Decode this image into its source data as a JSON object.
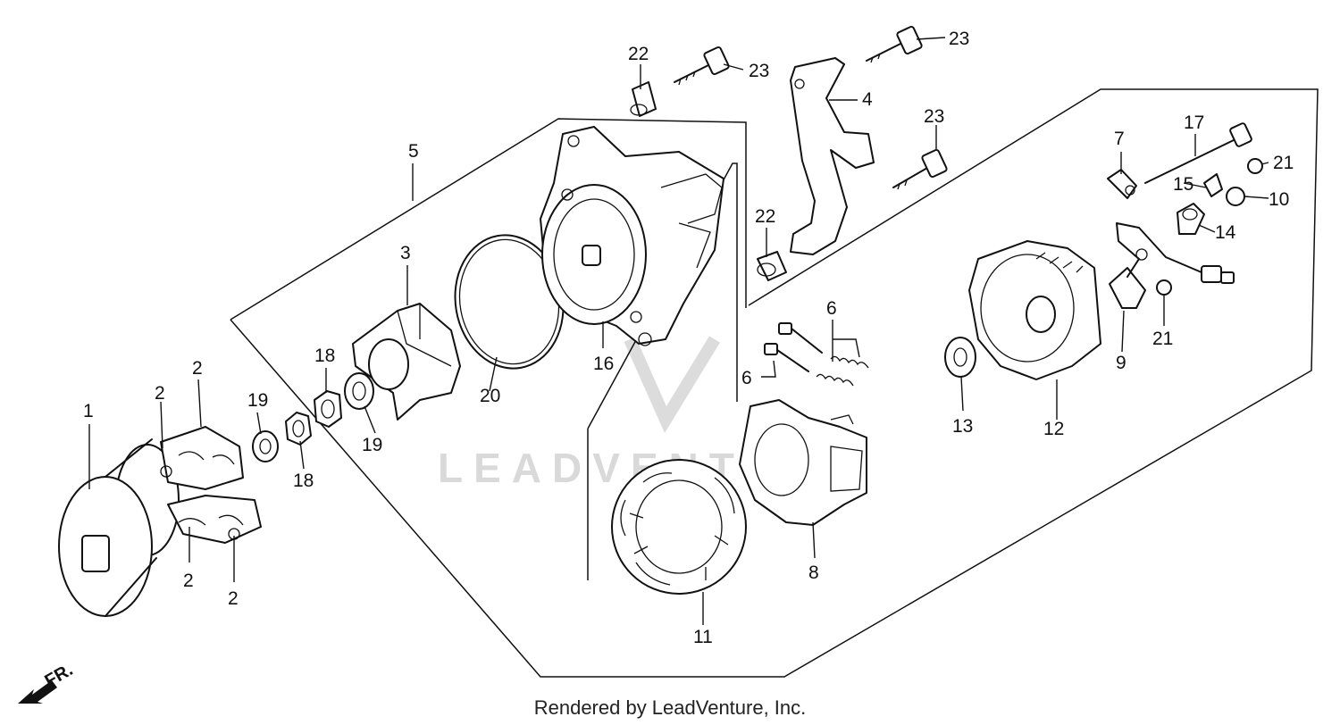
{
  "diagram": {
    "watermark": "LEADVENTURE",
    "direction_label": "FR.",
    "footer": "Rendered by LeadVenture, Inc.",
    "callouts": [
      "1",
      "2",
      "2",
      "2",
      "2",
      "3",
      "4",
      "5",
      "6",
      "6",
      "7",
      "8",
      "9",
      "10",
      "11",
      "12",
      "13",
      "14",
      "15",
      "16",
      "17",
      "18",
      "18",
      "19",
      "19",
      "20",
      "21",
      "21",
      "22",
      "22",
      "23",
      "23",
      "23"
    ]
  }
}
